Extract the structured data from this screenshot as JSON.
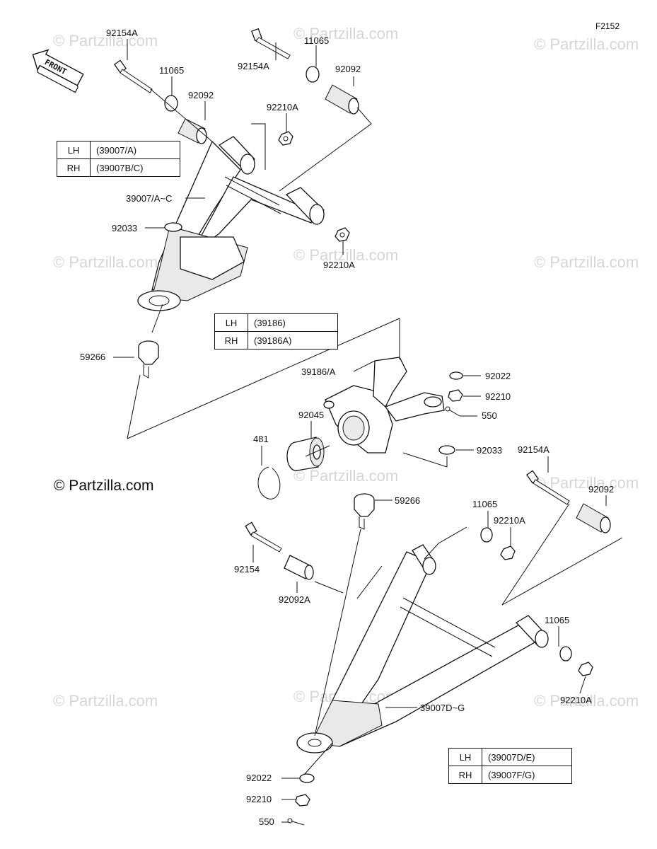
{
  "figure_ref": "F2152",
  "front_label": "FRONT",
  "watermark": "© Partzilla.com",
  "watermark_bold": "© Partzilla.com",
  "tables": {
    "upper_arm": {
      "rows": [
        {
          "side": "LH",
          "part": "(39007/A)"
        },
        {
          "side": "RH",
          "part": "(39007B/C)"
        }
      ]
    },
    "knuckle": {
      "rows": [
        {
          "side": "LH",
          "part": "(39186)"
        },
        {
          "side": "RH",
          "part": "(39186A)"
        }
      ]
    },
    "lower_arm": {
      "rows": [
        {
          "side": "LH",
          "part": "(39007D/E)"
        },
        {
          "side": "RH",
          "part": "(39007F/G)"
        }
      ]
    }
  },
  "callouts": {
    "c92154A_1": "92154A",
    "c92154A_2": "92154A",
    "c92154A_3": "92154A",
    "c11065_1": "11065",
    "c11065_2": "11065",
    "c11065_3": "11065",
    "c11065_4": "11065",
    "c92092_1": "92092",
    "c92092_2": "92092",
    "c92092_3": "92092",
    "c92210A_1": "92210A",
    "c92210A_2": "92210A",
    "c92210A_3": "92210A",
    "c92210A_4": "92210A",
    "c39007AC": "39007/A~C",
    "c92033_1": "92033",
    "c92033_2": "92033",
    "c59266_1": "59266",
    "c59266_2": "59266",
    "c39186A": "39186/A",
    "c92022_1": "92022",
    "c92022_2": "92022",
    "c92210_1": "92210",
    "c92210_2": "92210",
    "c550_1": "550",
    "c550_2": "550",
    "c92045": "92045",
    "c481": "481",
    "c92154": "92154",
    "c92092A": "92092A",
    "c39007DG": "39007D~G"
  }
}
